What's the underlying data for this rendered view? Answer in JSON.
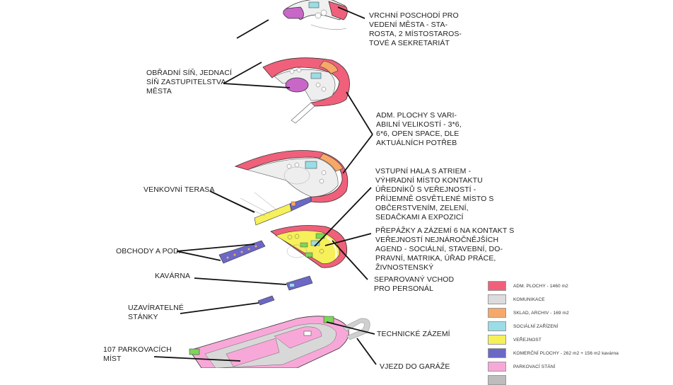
{
  "labels": {
    "top_floor": "VRCHNÍ POSCHODÍ PRO\nVEDENÍ MĚSTA - STA-\nROSTA, 2 MÍSTOSTAROS-\nTOVÉ A SEKRETARIÁT",
    "ceremony_hall": "OBŘADNÍ SÍŇ, JEDNACÍ\nSÍŇ ZASTUPITELSTVA\nMĚSTA",
    "admin_areas": "ADM. PLOCHY S VARI-\nABILNÍ VELIKOSTÍ - 3*6,\n6*6, OPEN SPACE, DLE\nAKTUÁLNÍCH POTŘEB",
    "entrance_hall": "VSTUPNÍ HALA S ATRIEM -\nVÝHRADNÍ MÍSTO KONTAKTU\nÚŘEDNÍKŮ S VEŘEJNOSTÍ -\nPŘÍJEMNĚ OSVĚTLENÉ MÍSTO S\nOBČERSTVENÍM, ZELENÍ,\nSEDAČKAMI A EXPOZICÍ",
    "terrace": "VENKOVNÍ TERASA",
    "counters": "PŘEPÁŽKY A ZÁZEMÍ 6 NA KONTAKT S\nVEŘEJNOSTÍ NEJNÁROČNĚJŠÍCH\nAGEND -  SOCIÁLNÍ, STAVEBNÍ, DO-\nPRAVNÍ, MATRIKA, ÚŘAD PRÁCE,\nŽIVNOSTENSKÝ",
    "shops": "OBCHODY A POD.",
    "staff_entrance": "SEPAROVANÝ VCHOD\nPRO PERSONÁL",
    "cafe": "KAVÁRNA",
    "stalls": "UZAVÍRATELNÉ\nSTÁNKY",
    "technical": "TECHNICKÉ ZÁZEMÍ",
    "parking": "107 PARKOVACÍCH\nMÍST",
    "garage_entry": "VJEZD DO GARÁŽE"
  },
  "legend": [
    {
      "label": "ADM. PLOCHY - 1460 m2",
      "color": "#f0607a"
    },
    {
      "label": "KOMUNIKACE",
      "color": "#dcdcdc"
    },
    {
      "label": "SKLAD, ARCHIV - 169 m2",
      "color": "#f6a868"
    },
    {
      "label": "SOCIÁLNÍ ZAŘÍZENÍ",
      "color": "#9adde6"
    },
    {
      "label": "VEŘEJNOST",
      "color": "#f6f05a"
    },
    {
      "label": "KOMERČNÍ PLOCHY - 262 m2 + 156 m2 kavárna",
      "color": "#6c68c6"
    },
    {
      "label": "PARKOVACÍ STÁNÍ",
      "color": "#f8a8d8"
    },
    {
      "label": "",
      "color": "#bdbdbd"
    }
  ],
  "colors": {
    "admin": "#f0607a",
    "communication": "#dcdcdc",
    "storage": "#f6a868",
    "sanitary": "#9adde6",
    "public": "#f6f05a",
    "commercial": "#6c68c6",
    "parking": "#f8a8d8",
    "ceremony": "#c867c8",
    "green": "#7cd65a"
  }
}
